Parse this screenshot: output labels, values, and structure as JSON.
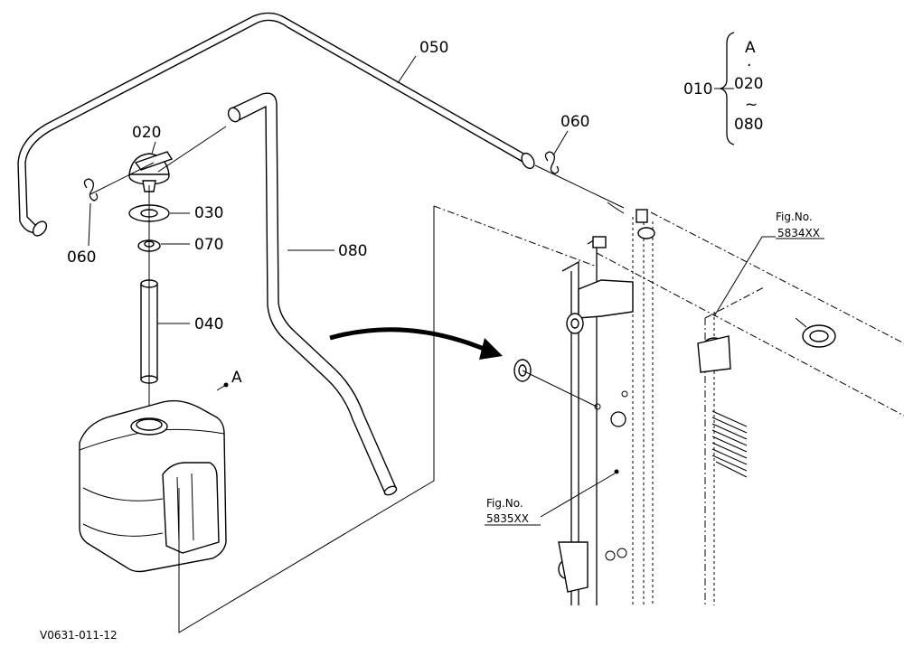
{
  "callouts": {
    "c050": "050",
    "c020": "020",
    "c030": "030",
    "c070": "070",
    "c040": "040",
    "c080": "080",
    "c060a": "060",
    "c060b": "060",
    "cA": "A"
  },
  "legend": {
    "assembly": "010",
    "ref": "A",
    "dot": "·",
    "from": "020",
    "tilde": "~",
    "to": "080"
  },
  "figrefs": {
    "right_label": "Fig.No.",
    "right_number": "5834XX",
    "lower_label": "Fig.No.",
    "lower_number": "5835XX"
  },
  "drawing_id": "V0631-011-12"
}
